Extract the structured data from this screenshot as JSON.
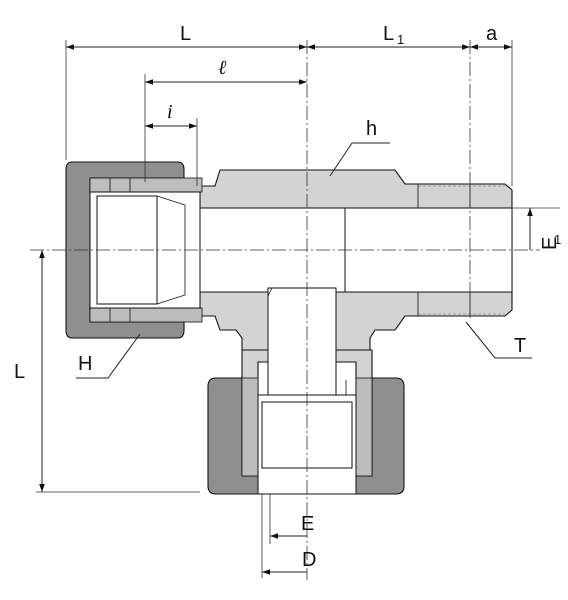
{
  "diagram": {
    "labels": {
      "L_top": "L",
      "L1": "L",
      "L1_sub": "1",
      "a": "a",
      "ell": "ℓ",
      "i": "i",
      "h": "h",
      "E1": "E",
      "E1_sub": "1",
      "T": "T",
      "H": "H",
      "L_left": "L",
      "E": "E",
      "D": "D"
    }
  }
}
